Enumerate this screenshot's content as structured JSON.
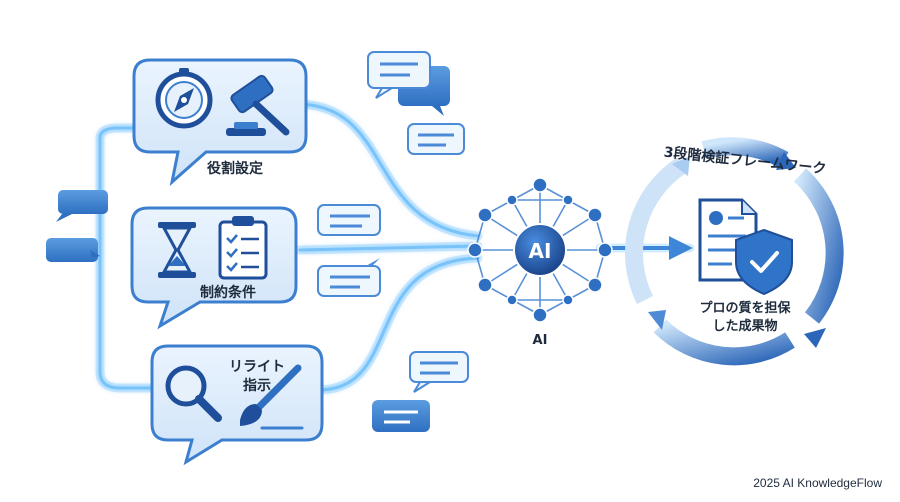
{
  "labels": {
    "role": "役割設定",
    "constraints": "制約条件",
    "rewrite_line1": "リライト",
    "rewrite_line2": "指示",
    "ai_badge": "AI",
    "ai_caption": "AI",
    "framework_title": "3段階検証フレームワーク",
    "result_line1": "プロの質を担保",
    "result_line2": "した成果物"
  },
  "footer": "2025 AI KnowledgeFlow",
  "colors": {
    "accent": "#2f74c8",
    "glow": "#8fd0ff",
    "panel_fill": "#dcecfb",
    "panel_stroke": "#3d7fcf",
    "dark_blue": "#1f4f9a",
    "text": "#1e2b3c"
  },
  "icons": {
    "role": [
      "compass-icon",
      "gavel-icon"
    ],
    "constraints": [
      "hourglass-icon",
      "clipboard-checklist-icon"
    ],
    "rewrite": [
      "magnifier-icon",
      "paintbrush-icon"
    ],
    "result": [
      "document-icon",
      "shield-check-icon"
    ]
  }
}
